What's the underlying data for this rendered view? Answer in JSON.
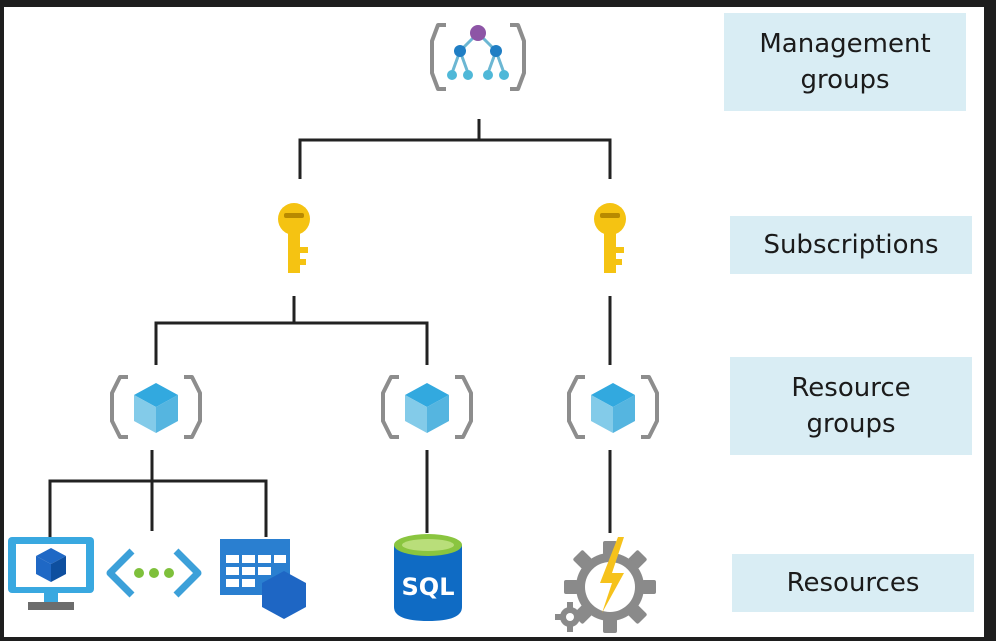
{
  "levels": {
    "management_groups": "Management\ngroups",
    "subscriptions": "Subscriptions",
    "resource_groups": "Resource\ngroups",
    "resources": "Resources"
  },
  "icons": {
    "management_group": "management-group-icon",
    "subscription": "key-icon",
    "resource_group": "resource-group-cube-icon",
    "virtual_machine": "virtual-machine-icon",
    "virtual_network": "virtual-network-icon",
    "app_service_table": "table-icon",
    "sql_database": "sql-database-icon",
    "function_app": "function-app-gear-icon"
  },
  "sql_label": "SQL",
  "colors": {
    "label_bg": "#d9edf4",
    "cube_top": "#32a9df",
    "cube_left": "#83cbe9",
    "cube_right": "#55b5e0",
    "key": "#f5c312",
    "sql": "#0f6bc4",
    "sql_top": "#8ac53f",
    "gear": "#8a8a8a",
    "bolt": "#f6c21c",
    "purple": "#8d55a6"
  }
}
